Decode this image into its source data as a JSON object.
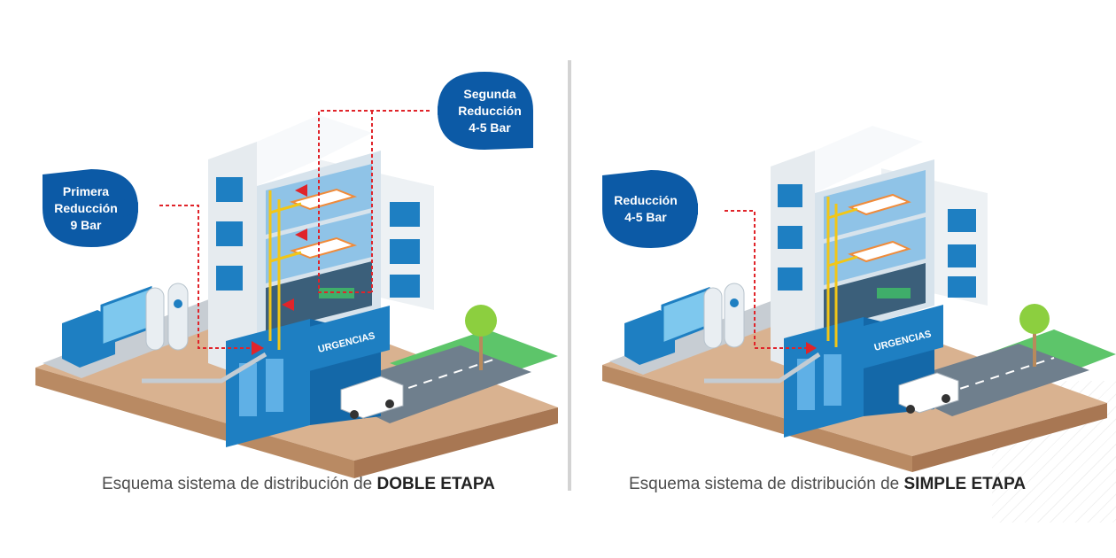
{
  "left_panel": {
    "caption_prefix": "Esquema sistema de distribución de ",
    "caption_bold": "DOBLE ETAPA",
    "bubble_primary": {
      "line1": "Primera",
      "line2": "Reducción",
      "line3": "9 Bar"
    },
    "bubble_secondary": {
      "line1": "Segunda",
      "line2": "Reducción",
      "line3": "4-5 Bar"
    },
    "sign": "URGENCIAS"
  },
  "right_panel": {
    "caption_prefix": "Esquema sistema de distribución de ",
    "caption_bold": "SIMPLE ETAPA",
    "bubble_single": {
      "line1": "Reducción",
      "line2": "4-5 Bar"
    },
    "sign": "URGENCIAS"
  },
  "colors": {
    "bubble_blue": "#0c5aa6",
    "pipe_red": "#e0242a",
    "pipe_yellow": "#f2c617",
    "lawn_green": "#5dc56a",
    "building_white": "#edf1f4",
    "building_blue": "#1e7fc2",
    "road_gray": "#6f7f8d",
    "ground_brown": "#c9a07c"
  }
}
